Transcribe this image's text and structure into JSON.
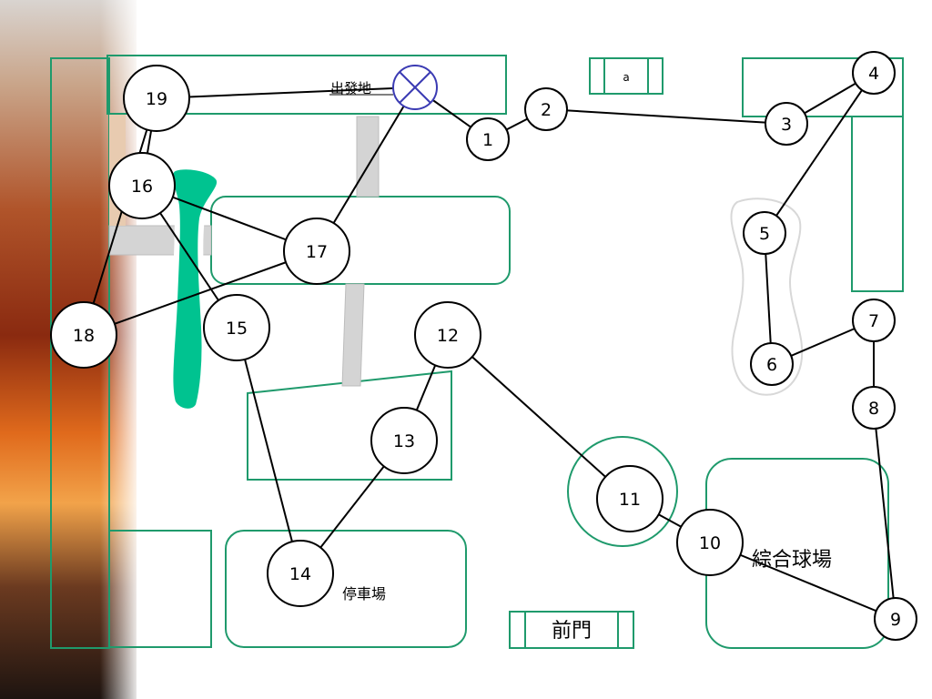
{
  "labels": {
    "start": "出發地",
    "marker_a": "a",
    "parking": "停車場",
    "front_gate": "前門",
    "sports_field": "綜合球場"
  },
  "nodes": [
    {
      "id": "1",
      "label": "1"
    },
    {
      "id": "2",
      "label": "2"
    },
    {
      "id": "3",
      "label": "3"
    },
    {
      "id": "4",
      "label": "4"
    },
    {
      "id": "5",
      "label": "5"
    },
    {
      "id": "6",
      "label": "6"
    },
    {
      "id": "7",
      "label": "7"
    },
    {
      "id": "8",
      "label": "8"
    },
    {
      "id": "9",
      "label": "9"
    },
    {
      "id": "10",
      "label": "10"
    },
    {
      "id": "11",
      "label": "11"
    },
    {
      "id": "12",
      "label": "12"
    },
    {
      "id": "13",
      "label": "13"
    },
    {
      "id": "14",
      "label": "14"
    },
    {
      "id": "15",
      "label": "15"
    },
    {
      "id": "16",
      "label": "16"
    },
    {
      "id": "17",
      "label": "17"
    },
    {
      "id": "18",
      "label": "18"
    },
    {
      "id": "19",
      "label": "19"
    }
  ],
  "colors": {
    "building_outline": "#1f9a6c",
    "path_green": "#00c390",
    "walkway_gray": "#d4d4d4",
    "start_marker": "#3b3bb3",
    "route_line": "#000000"
  }
}
